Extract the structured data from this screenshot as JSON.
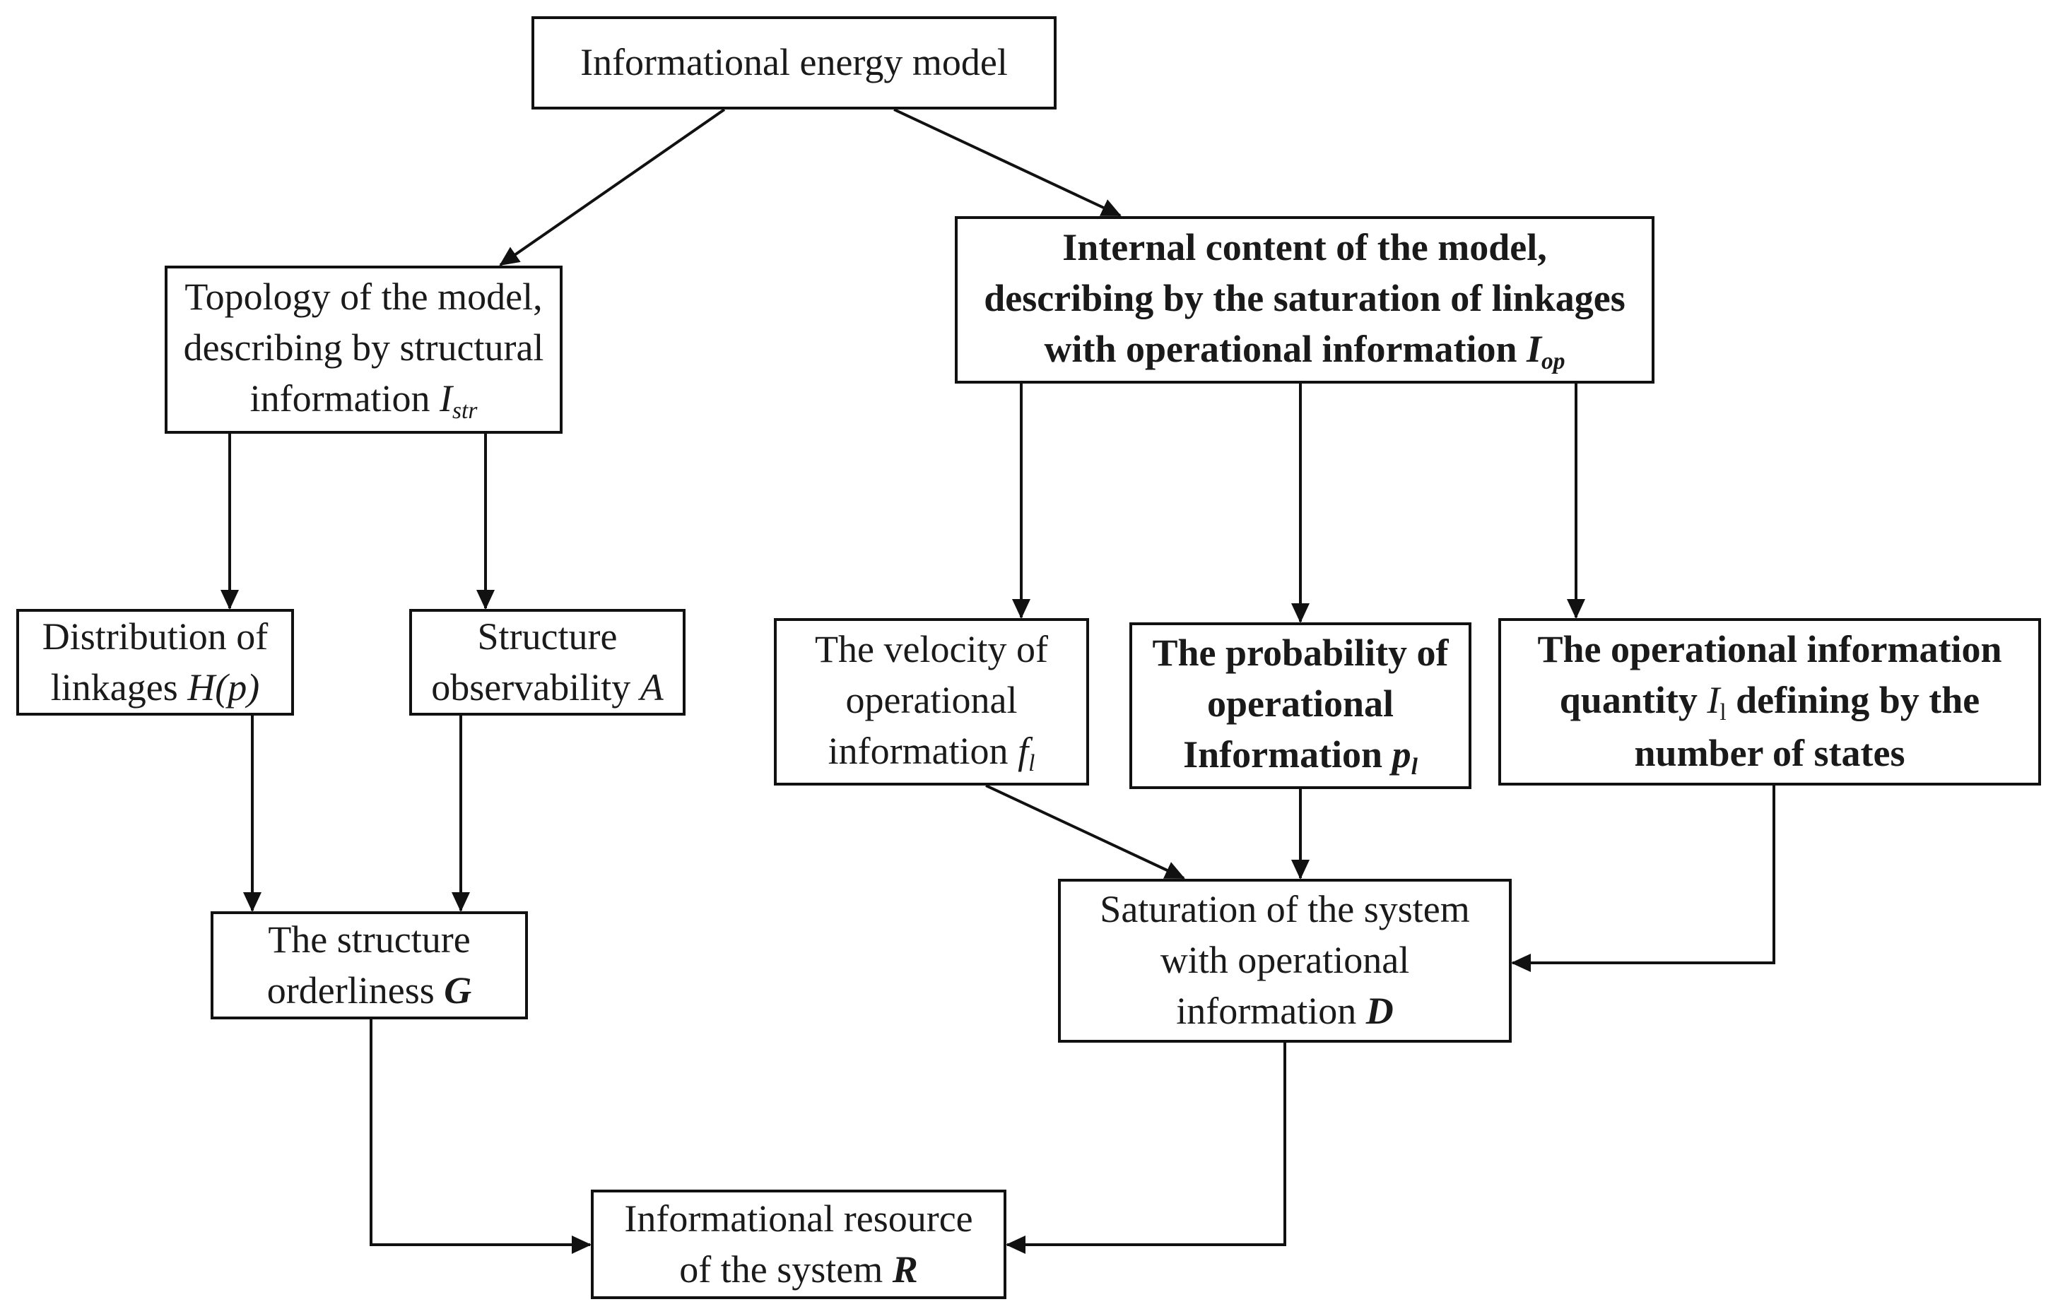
{
  "boxes": {
    "energy_model": {
      "line1": "Informational energy model"
    },
    "topology": {
      "line1": "Topology of the model,",
      "line2": "describing by structural",
      "line3_text": "information ",
      "var": "I",
      "sub": "str"
    },
    "internal": {
      "line1": "Internal content of the model,",
      "line2": "describing by the saturation of linkages",
      "line3_text": "with operational information ",
      "var": "I",
      "sub": "op"
    },
    "distribution": {
      "line1": "Distribution of",
      "line2_text": "linkages ",
      "var": "H(p)"
    },
    "observability": {
      "line1": "Structure",
      "line2_text": "observability ",
      "var": "A"
    },
    "velocity": {
      "line1": "The velocity of",
      "line2": "operational",
      "line3_text": "information ",
      "var": "f",
      "sub": "l"
    },
    "probability": {
      "line1": "The probability of",
      "line2": "operational",
      "line3_text": "Information ",
      "var": "p",
      "sub": "l"
    },
    "quantity": {
      "line1": "The operational information",
      "line2_pre": "quantity ",
      "var": "I",
      "sub": "l",
      "line2_post": " defining by the",
      "line3": "number of states"
    },
    "orderliness": {
      "line1": "The structure",
      "line2_text": "orderliness ",
      "var": "G"
    },
    "saturation": {
      "line1": "Saturation of the system",
      "line2": "with operational",
      "line3_text": "information ",
      "var": "D"
    },
    "resource": {
      "line1": "Informational resource",
      "line2_text": "of the system ",
      "var": "R"
    }
  }
}
